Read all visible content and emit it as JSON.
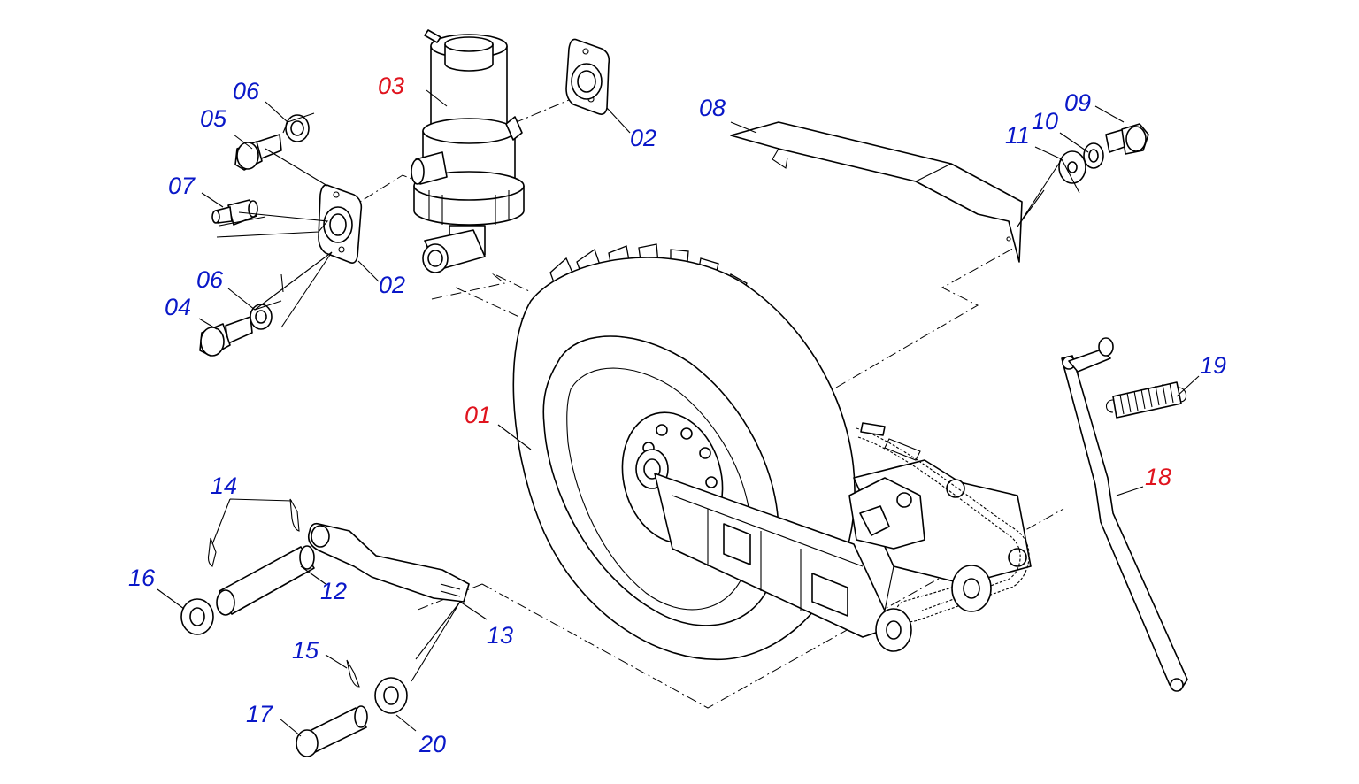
{
  "diagram": {
    "colors": {
      "line": "#000000",
      "background": "#ffffff",
      "label_primary": "#0a18c8",
      "label_highlight": "#e0141e"
    },
    "callouts": [
      {
        "id": "c01",
        "text": "01",
        "color": "label_highlight"
      },
      {
        "id": "c02a",
        "text": "02",
        "color": "label_primary"
      },
      {
        "id": "c02b",
        "text": "02",
        "color": "label_primary"
      },
      {
        "id": "c03",
        "text": "03",
        "color": "label_highlight"
      },
      {
        "id": "c04",
        "text": "04",
        "color": "label_primary"
      },
      {
        "id": "c05",
        "text": "05",
        "color": "label_primary"
      },
      {
        "id": "c06a",
        "text": "06",
        "color": "label_primary"
      },
      {
        "id": "c06b",
        "text": "06",
        "color": "label_primary"
      },
      {
        "id": "c07",
        "text": "07",
        "color": "label_primary"
      },
      {
        "id": "c08",
        "text": "08",
        "color": "label_primary"
      },
      {
        "id": "c09",
        "text": "09",
        "color": "label_primary"
      },
      {
        "id": "c10",
        "text": "10",
        "color": "label_primary"
      },
      {
        "id": "c11",
        "text": "11",
        "color": "label_primary"
      },
      {
        "id": "c12",
        "text": "12",
        "color": "label_primary"
      },
      {
        "id": "c13",
        "text": "13",
        "color": "label_primary"
      },
      {
        "id": "c14",
        "text": "14",
        "color": "label_primary"
      },
      {
        "id": "c15",
        "text": "15",
        "color": "label_primary"
      },
      {
        "id": "c16",
        "text": "16",
        "color": "label_primary"
      },
      {
        "id": "c17",
        "text": "17",
        "color": "label_primary"
      },
      {
        "id": "c18",
        "text": "18",
        "color": "label_highlight"
      },
      {
        "id": "c19",
        "text": "19",
        "color": "label_primary"
      },
      {
        "id": "c20",
        "text": "20",
        "color": "label_primary"
      }
    ]
  }
}
